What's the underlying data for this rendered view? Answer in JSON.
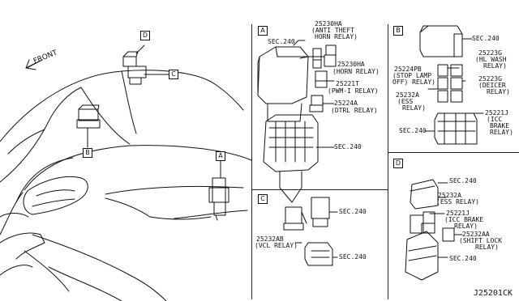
{
  "front_label": "FRONT",
  "diagram_code": "J25201CK",
  "tags": {
    "a": "A",
    "b": "B",
    "c": "C",
    "d": "D"
  },
  "panel_a": {
    "sec_top": "SEC.240",
    "sec_bottom": "SEC.240",
    "part_25230ha_anti_theft": [
      "25230HA",
      "(ANTI THEFT",
      "HORN RELAY)"
    ],
    "part_25230ha_horn": [
      "25230HA",
      "(HORN RELAY)"
    ],
    "part_25221t": [
      "25221T",
      "(PWM-I RELAY)"
    ],
    "part_25224a": [
      "25224A",
      "(DTRL RELAY)"
    ]
  },
  "panel_b": {
    "sec_top": "SEC.240",
    "sec_bottom": "SEC.240",
    "part_25224pb": [
      "25224PB",
      "(STOP LAMP",
      "OFF) RELAY)"
    ],
    "part_25223g_hl": [
      "25223G",
      "(HL WASH",
      "RELAY)"
    ],
    "part_25223g_deicer": [
      "25223G",
      "(DEICER",
      "RELAY)"
    ],
    "part_25232a": [
      "25232A",
      "(ESS",
      "RELAY)"
    ],
    "part_25221j": [
      "25221J",
      "(ICC",
      "BRAKE",
      "RELAY)"
    ]
  },
  "panel_c": {
    "sec_top": "SEC.240",
    "sec_bottom": "SEC.240",
    "part_25232ab": [
      "25232AB",
      "(VCL RELAY)"
    ]
  },
  "panel_d": {
    "sec_top": "SEC.240",
    "sec_bottom": "SEC.240",
    "part_25232a": [
      "25232A",
      "(ESS RELAY)"
    ],
    "part_25221j": [
      "25221J",
      "(ICC BRAKE",
      "RELAY)"
    ],
    "part_25232aa": [
      "25232AA",
      "(SHIFT LOCK",
      "RELAY)"
    ]
  }
}
